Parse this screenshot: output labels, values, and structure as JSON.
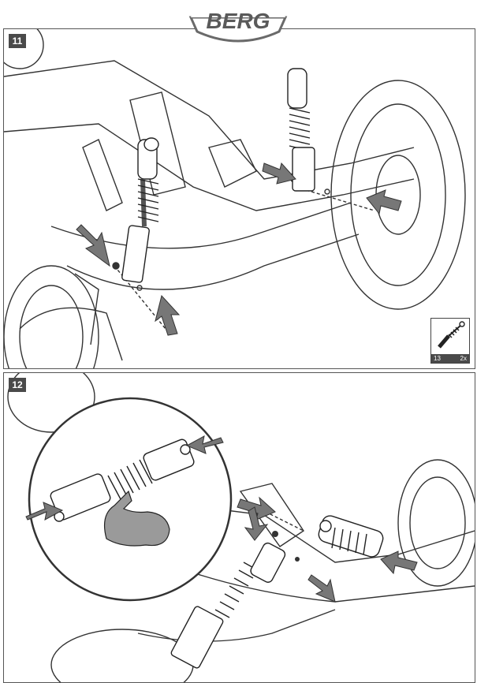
{
  "brand": {
    "logo_text": "BERG"
  },
  "steps": [
    {
      "number": "11",
      "part_number": "13",
      "part_quantity": "2x"
    },
    {
      "number": "12"
    }
  ],
  "colors": {
    "badge_bg": "#4a4a4a",
    "arrow": "#777777",
    "line": "#333333",
    "muscle": "#9a9a9a"
  },
  "icons": [
    "shock-absorber-icon",
    "arrow-icon",
    "flexed-arm-icon",
    "bolt-icon",
    "nut-icon"
  ]
}
